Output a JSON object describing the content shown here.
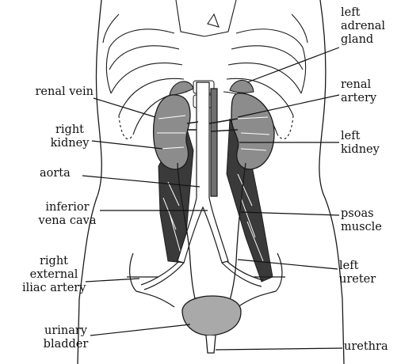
{
  "labels": {
    "renal_vein": [
      "renal vein"
    ],
    "right_kidney": [
      "right",
      "kidney"
    ],
    "aorta": [
      "aorta"
    ],
    "inferior_vena_cava": [
      "inferior",
      "vena cava"
    ],
    "right_external_iliac_artery": [
      "right",
      "external",
      "iliac artery"
    ],
    "urinary_bladder": [
      "urinary",
      "bladder"
    ],
    "left_adrenal_gland": [
      "left",
      "adrenal",
      "gland"
    ],
    "renal_artery": [
      "renal",
      "artery"
    ],
    "left_kidney": [
      "left",
      "kidney"
    ],
    "psoas_muscle": [
      "psoas",
      "muscle"
    ],
    "left_ureter": [
      "left",
      "ureter"
    ],
    "urethra": [
      "urethra"
    ]
  },
  "colors": {
    "outline": "#1a1a1a",
    "organ_fill": "#8c8c8c",
    "muscle": "#3a3a3a",
    "bladder": "#a9a9a9",
    "background": "#ffffff"
  }
}
